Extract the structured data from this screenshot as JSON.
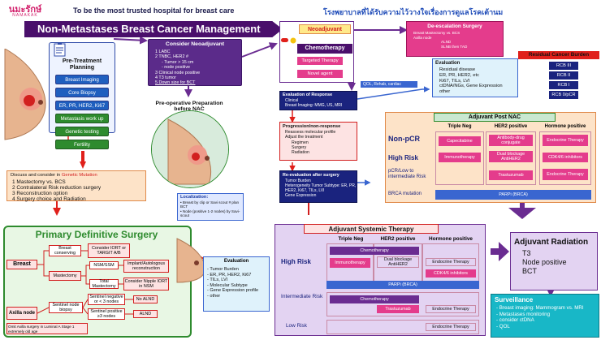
{
  "header": {
    "logo_text": "นมะรักษ์",
    "logo_sub": "NAMAKAK",
    "tagline_en": "To be the most trusted hospital for breast care",
    "tagline_th": "โรงพยาบาลที่ได้รับความไว้วางใจเรื่องการดูแลโรคเต้านม"
  },
  "title": "Non-Metastases Breast Cancer Management",
  "pretreatment": {
    "title": "Pre-Treatment Planning",
    "items": [
      "Breast Imaging",
      "Core Biopsy",
      "ER, PR, HER2, Ki67",
      "Metastasis work up",
      "Genetic testing",
      "Fertility"
    ]
  },
  "discuss": {
    "lead": "Discuss and consider in ",
    "lead_red": "Genetic Mutation",
    "items": [
      "1 Mastectomy vs. BCS",
      "2 Contralateral Risk reduction surgery",
      "3 Reconstruction option",
      "4 Surgery choice and Radiation"
    ]
  },
  "neoadjuvant_consider": {
    "title": "Consider Neoadjuvant",
    "items": [
      "1 LABC",
      "2 TNBC, HER2 #",
      "- Tumor > 15 cm",
      "- node positive",
      "3 Clinical node positive",
      "4 T3 tumor",
      "5 Down size for BCT"
    ]
  },
  "preop": {
    "title": "Pre-operative Preparation before NAC",
    "loc_title": "Localization:",
    "loc_items": [
      "• Breast by clip or Savi scout # plan BCT",
      "• Node (positive 1-2 nodes) by Savi-scout"
    ]
  },
  "neoadjuvant": {
    "title": "Neoadjuvant",
    "items": [
      "Chemotherapy",
      "Targeted Therapy",
      "Novel agent"
    ]
  },
  "qol_label": "QOL, Rehab, cardiac",
  "eval_response": {
    "title": "Evaluation of Response",
    "items": [
      "Clinical",
      "Breast Imaging: MMG, US, MRI"
    ]
  },
  "progression": {
    "title": "Progression/non-response",
    "items": [
      "Reassess molecular profile",
      "Adjust the treatment",
      "Regimen",
      "Surgery",
      "Radiation"
    ]
  },
  "reeval": {
    "title": "Re-evaluation after surgery",
    "items": [
      "Tumor Burden",
      "Heterogeneity Tumor Subtype: ER, PR, HER2, Ki67, TILs, LVI",
      "Gene Expression"
    ]
  },
  "deescalation": {
    "title": "De-escalation Surgery",
    "items": [
      "Breast Mastectomy vs. BCS",
      "Axilla node",
      "ALND",
      "SLNB then TAD"
    ]
  },
  "evaluation_right": {
    "title": "Evaluation",
    "items": [
      "Residual disease",
      "ER, PR, HER2, etc",
      "Ki67, TILs, LVI",
      "ctDNA/NGs, Gene Expression",
      "other"
    ]
  },
  "rcb": {
    "title": "Residual Cancer Burden",
    "items": [
      "RCB III",
      "RCB II",
      "RCB I",
      "RCB 0/pCR"
    ]
  },
  "post_nac": {
    "title": "Adjuvant Post NAC",
    "cols": [
      "Triple Neg",
      "HER2 positive",
      "Hormone positive"
    ],
    "row_nonpcr": "Non-pCR",
    "row_highrisk": "High Risk",
    "row_pcr": "pCR/Low to intermediate Risk",
    "row_brca": "BRCA mutation",
    "capecitabine": "Capecitabine",
    "adc": "Antibody-drug conjugate",
    "endocrine1": "Endocrine Therapy",
    "immuno": "Immunotherapy",
    "dual": "Dual blockage AntiHER2",
    "cdk": "CDK4/6 inhibitors",
    "trastuzumab": "Trastuzumab",
    "endocrine2": "Endocrine Therapy",
    "parp": "PARPi (BRCA)"
  },
  "definitive": {
    "title": "Primary Definitive Surgery",
    "breast": "Breast",
    "breast_conserving": "Breast conserving",
    "iort": "Consider IORT or TARGIT A/B",
    "mastectomy": "Mastectomy",
    "nsm": "NSM/SSM",
    "implant": "Implant/Autologous reconstruction",
    "total_mast": "Total Mastectomy",
    "nipple_iort": "Consider Nipple IORT in NSM",
    "axilla": "Axilla node",
    "sentinel": "Sentinel node biopsy",
    "sent_neg": "Sentinel negative or < 3 nodes",
    "sent_pos": "Sentinel positive ≥3 nodes",
    "no_alnd": "No ALND",
    "alnd": "ALND",
    "axilla_note": "Omit Axilla surgery in Luminal A Stage 1 extremely old age"
  },
  "evaluation_mid": {
    "title": "Evaluation",
    "items": [
      "- Tumor Burden",
      "- ER, PR, HER2, Ki67",
      "- TILs, LVI",
      "- Molecular Subtype",
      "- Gene Expression profile",
      "- other"
    ]
  },
  "systemic": {
    "title": "Adjuvant Systemic Therapy",
    "cols": [
      "Triple Neg",
      "HER2 positive",
      "Hormone positive"
    ],
    "row_high": "High Risk",
    "row_inter": "Intermediate Risk",
    "row_low": "Low Risk",
    "chemo1": "Chemotherapy",
    "immuno": "Immunotherapy",
    "dual": "Dual blockage AntiHER2",
    "endo1": "Endocrine Therapy",
    "cdk": "CDK4/6 inhibitors",
    "parp": "PARPi (BRCA)",
    "chemo2": "Chemotherapy",
    "trastuzumab": "Trastuzumab",
    "endo2": "Endocrine Therapy",
    "endo3": "Endocrine Therapy"
  },
  "radiation": {
    "title": "Adjuvant Radiation",
    "items": [
      "T3",
      "Node positive",
      "BCT"
    ]
  },
  "surveillance": {
    "title": "Surveillance",
    "items": [
      "- Breast imaging: Mammogram vs. MRI",
      "- Metastases monitoring",
      "- consider ctDNA",
      "- QOL"
    ]
  },
  "colors": {
    "purple": "#6a2c91",
    "blue": "#1f5fbf",
    "green": "#2e8b2e",
    "red": "#d21f1f",
    "pink": "#e43c8c",
    "peach": "#fde3c8",
    "lightpurple": "#e3d3f2",
    "navy": "#1a237e"
  }
}
